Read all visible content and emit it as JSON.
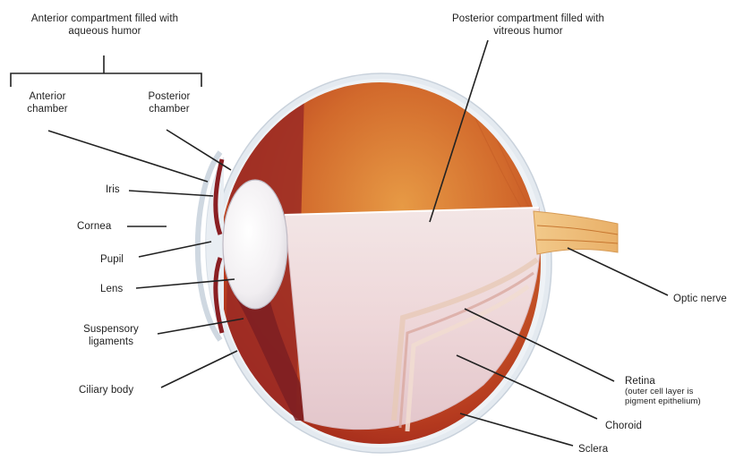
{
  "labels": {
    "anterior_compartment": "Anterior compartment filled with\naqueous humor",
    "posterior_compartment": "Posterior compartment filled with\nvitreous humor",
    "anterior_chamber": "Anterior\nchamber",
    "posterior_chamber": "Posterior\nchamber",
    "iris": "Iris",
    "cornea": "Cornea",
    "pupil": "Pupil",
    "lens": "Lens",
    "suspensory_ligaments": "Suspensory\nligaments",
    "ciliary_body": "Ciliary body",
    "optic_nerve": "Optic nerve",
    "retina": "Retina",
    "retina_note": "(outer cell layer is\npigment epithelium)",
    "choroid": "Choroid",
    "sclera": "Sclera"
  },
  "colors": {
    "sclera": "#e9eef3",
    "vitreous_orange": "#d9782f",
    "vitreous_red": "#a3261c",
    "choroid": "#8c2a2a",
    "retina_pink": "#efd7d7",
    "lens": "#f4f1f3",
    "nerve": "#e9b068"
  }
}
